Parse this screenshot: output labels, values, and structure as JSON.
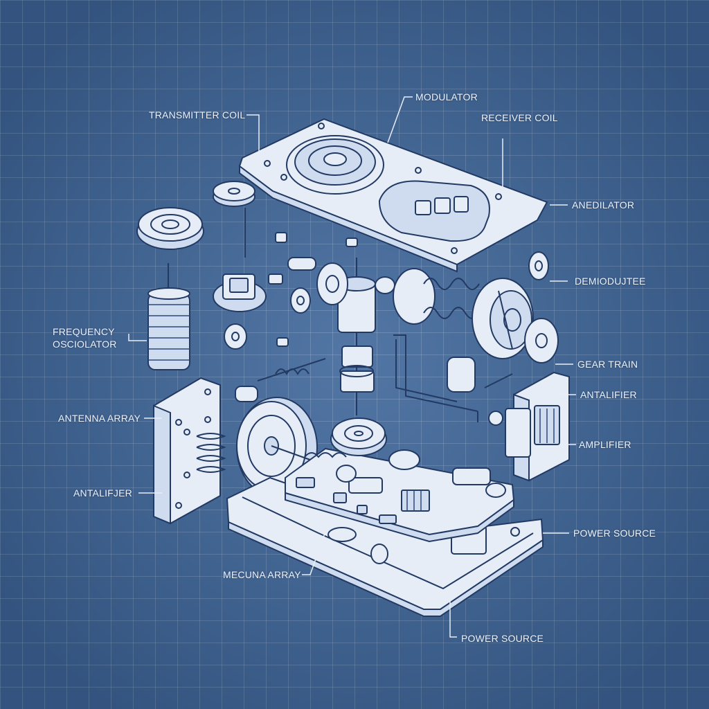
{
  "colors": {
    "background": "#3f679b",
    "grid": "#8fb0d8",
    "linework": "#223a63",
    "part_fill": "#e7edf7",
    "label": "#eef3fb"
  },
  "labels": {
    "transmitter_coil": "TRANSMITTER COIL",
    "modulator": "MODULATOR",
    "receiver_coil": "RECEIVER COIL",
    "anedilator": "ANEDILATOR",
    "demiodujtee": "DEMIODUJTEE",
    "frequency_oscillator": [
      "FREQUENCY",
      "OSCIOLATOR"
    ],
    "gear_train": "GEAR TRAIN",
    "antalifier": "ANTALIFIER",
    "antenna_array": "ANTENNA ARRAY",
    "amplifier": "AMPLIFIER",
    "antalifjer": "ANTALIFJER",
    "power_source_right": "POWER SOURCE",
    "mecuna_array": "MECUNA ARRAY",
    "power_source_bottom": "POWER SOURCE"
  }
}
